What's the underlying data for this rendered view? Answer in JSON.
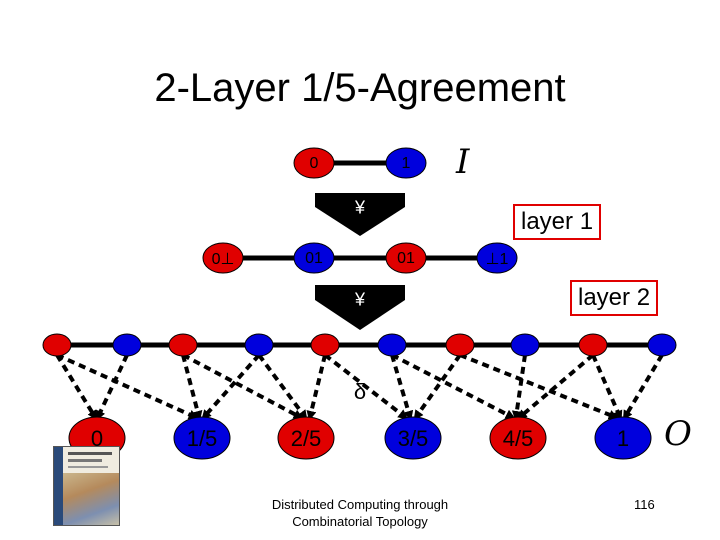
{
  "title": "2-Layer 1/5-Agreement",
  "colors": {
    "red_node": "#e00000",
    "blue_node": "#0000dd",
    "box_border": "#e00000",
    "line": "#000000"
  },
  "input_layer": {
    "left": "0",
    "right": "1",
    "symbol": "I"
  },
  "protocol_symbol": "¥",
  "layer1": {
    "label": "layer 1",
    "views": [
      "0⊥",
      "01",
      "01",
      "⊥1"
    ]
  },
  "layer2": {
    "label": "layer 2"
  },
  "decision_symbol": "δ",
  "outputs": [
    "0",
    "1/5",
    "2/5",
    "3/5",
    "4/5",
    "1"
  ],
  "output_symbol": "O",
  "footer": {
    "line1": "Distributed Computing through",
    "line2": "Combinatorial Topology"
  },
  "page_number": "116"
}
